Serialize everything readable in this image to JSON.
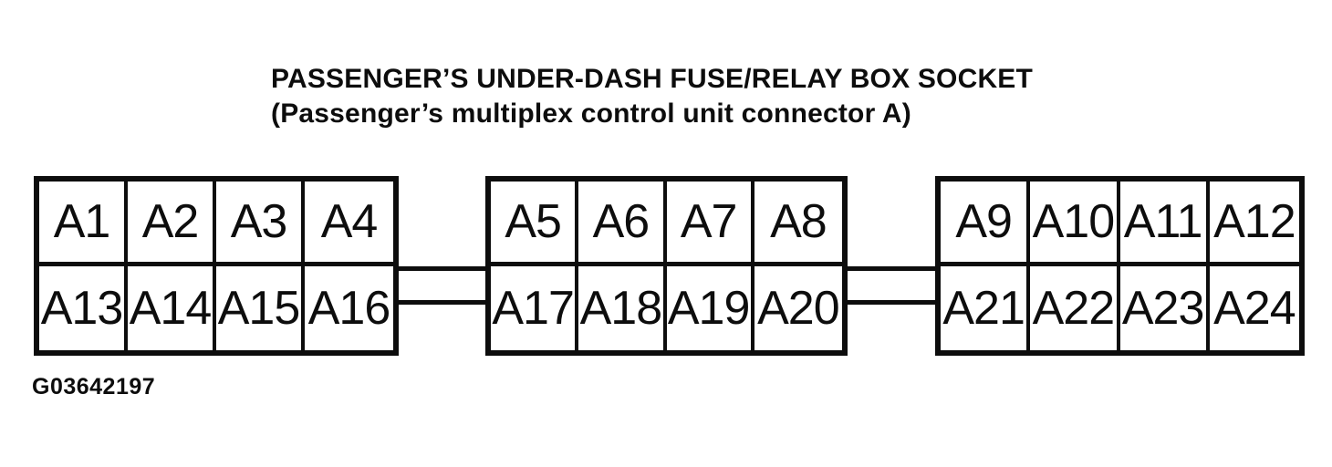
{
  "page": {
    "background_color": "#ffffff",
    "ink_color": "#0d0d0d"
  },
  "title": {
    "line1": "PASSENGER’S UNDER-DASH FUSE/RELAY BOX SOCKET",
    "line2": "(Passenger’s multiplex control unit connector A)"
  },
  "figure_code": "G03642197",
  "connector_blocks": [
    {
      "rows": [
        [
          "A1",
          "A2",
          "A3",
          "A4"
        ],
        [
          "A13",
          "A14",
          "A15",
          "A16"
        ]
      ]
    },
    {
      "rows": [
        [
          "A5",
          "A6",
          "A7",
          "A8"
        ],
        [
          "A17",
          "A18",
          "A19",
          "A20"
        ]
      ]
    },
    {
      "rows": [
        [
          "A9",
          "A10",
          "A11",
          "A12"
        ],
        [
          "A21",
          "A22",
          "A23",
          "A24"
        ]
      ]
    }
  ]
}
